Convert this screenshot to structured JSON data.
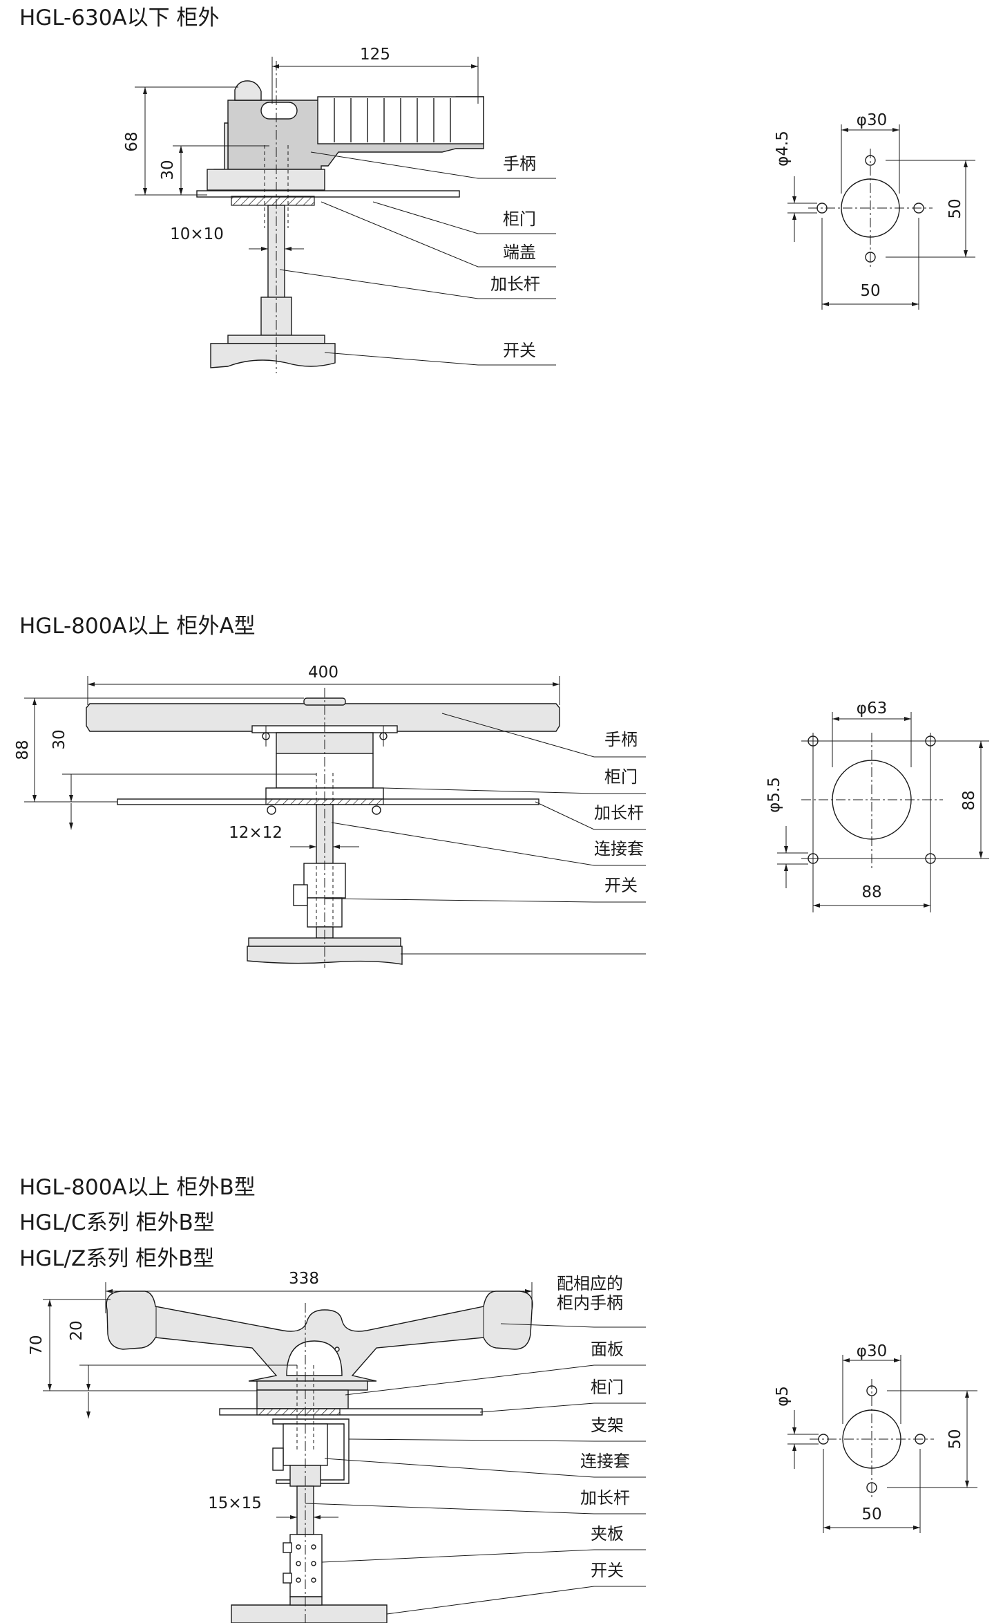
{
  "sections": [
    {
      "title": "HGL-630A以下 柜外",
      "dims": {
        "width": "125",
        "height_total": "68",
        "height_inner": "30",
        "shaft": "10×10"
      },
      "labels": [
        "手柄",
        "柜门",
        "端盖",
        "加长杆",
        "开关"
      ],
      "hole": {
        "center_dia": "φ30",
        "hole_dia": "φ4.5",
        "pitch_v": "50",
        "pitch_h": "50"
      }
    },
    {
      "title": "HGL-800A以上 柜外A型",
      "dims": {
        "width": "400",
        "height_total": "88",
        "height_inner": "30",
        "shaft": "12×12"
      },
      "labels": [
        "手柄",
        "柜门",
        "加长杆",
        "连接套",
        "开关"
      ],
      "hole": {
        "center_dia": "φ63",
        "hole_dia": "φ5.5",
        "pitch_v": "88",
        "pitch_h": "88"
      }
    },
    {
      "titles": [
        "HGL-800A以上 柜外B型",
        "HGL/C系列 柜外B型",
        "HGL/Z系列 柜外B型"
      ],
      "dims": {
        "width": "338",
        "height_total": "70",
        "height_inner": "20",
        "shaft": "15×15"
      },
      "labels": [
        "配相应的",
        "柜内手柄",
        "面板",
        "柜门",
        "支架",
        "连接套",
        "加长杆",
        "夹板",
        "开关"
      ],
      "hole": {
        "center_dia": "φ30",
        "hole_dia": "φ5",
        "pitch_v": "50",
        "pitch_h": "50"
      }
    }
  ]
}
